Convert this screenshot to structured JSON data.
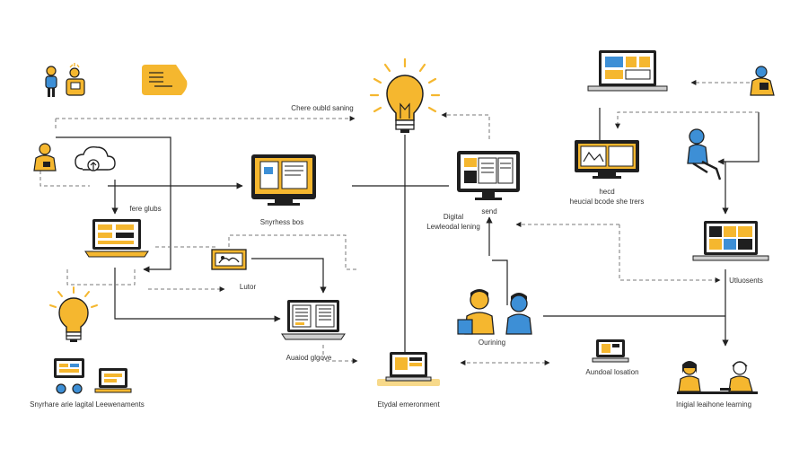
{
  "colors": {
    "accent": "#f5b72f",
    "ink": "#1f1f1f",
    "line": "#222222",
    "dashed": "#7a7a7a",
    "skin_blue": "#3d8fd6",
    "background": "#ffffff"
  },
  "labels": {
    "online_sharing": "Chere oubld saning",
    "fere_glubs": "fere glubs",
    "synthesis_tool": "Snyrhess bos",
    "lutor": "Lutor",
    "audiod_glove": "Auaiod glgove",
    "digital": "Digital",
    "leveloadal_leaning": "Lewleodal lening",
    "send": "send",
    "hecd": "hecd",
    "heticial_bcode": "heucial bcode she trers",
    "unluosents": "Utluosents",
    "ounning": "Ourining",
    "audiod_location": "Aundoal losation",
    "digital_environment": "Etydal emeronment",
    "bottom_left": "Snyrhare arie lagital Leewenaments",
    "bottom_right": "Inigial leaihone learning"
  },
  "icons": {
    "team_pair": "people-icon",
    "document": "document-icon",
    "cloud": "cloud-icon",
    "idea": "lightbulb-icon",
    "computer": "monitor-icon",
    "laptop": "laptop-icon",
    "person": "person-icon"
  }
}
